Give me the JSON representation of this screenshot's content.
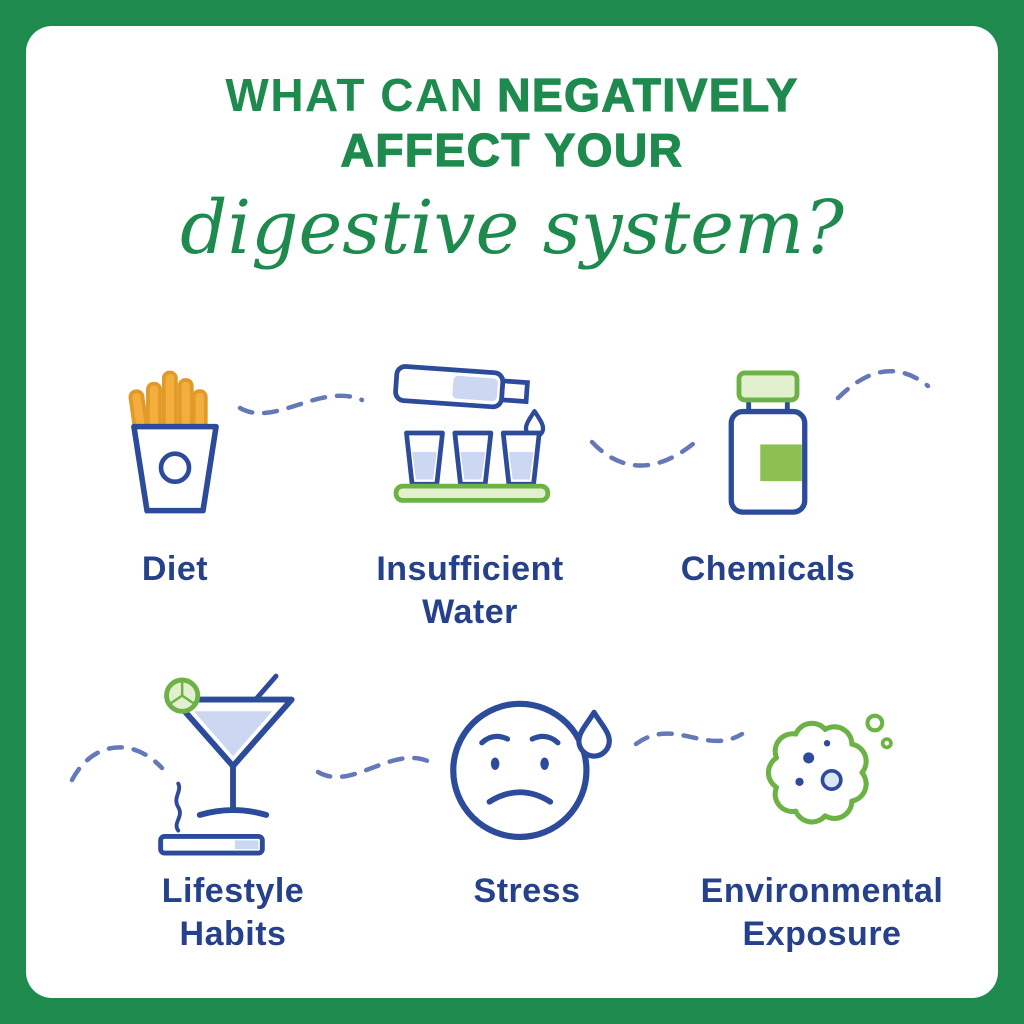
{
  "title": {
    "line1_a": "WHAT CAN",
    "line1_b": "NEGATIVELY",
    "line2": "AFFECT YOUR",
    "script": "digestive system?"
  },
  "items": [
    {
      "label": "Diet",
      "icon": "fries-icon"
    },
    {
      "label": "Insufficient Water",
      "icon": "water-bottle-glasses-icon"
    },
    {
      "label": "Chemicals",
      "icon": "pill-bottle-icon"
    },
    {
      "label": "Lifestyle Habits",
      "icon": "cocktail-cigarette-icon"
    },
    {
      "label": "Stress",
      "icon": "stressed-face-icon"
    },
    {
      "label": "Environmental Exposure",
      "icon": "germ-icon"
    }
  ],
  "colors": {
    "frame_green": "#1e8a4e",
    "title_green": "#1e8a4e",
    "label_blue": "#26418b",
    "icon_blue": "#2d4b9b",
    "icon_light_blue": "#ccd8f1",
    "icon_green": "#6cb244",
    "icon_light_green": "#e2f0cf",
    "pill_label_green": "#8cc152",
    "fries_orange": "#f3ae3d",
    "connector_blue": "#6478ba"
  }
}
